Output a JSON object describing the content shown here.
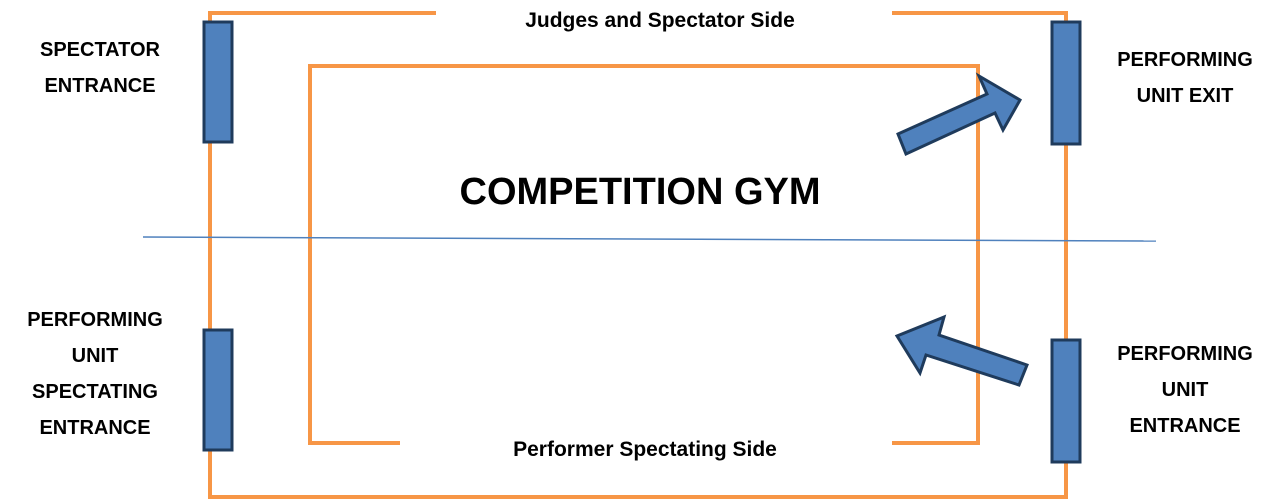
{
  "colors": {
    "outline": "#F79646",
    "door_fill": "#4F81BD",
    "door_stroke": "#1F3B5C",
    "arrow_fill": "#4F81BD",
    "arrow_stroke": "#1F3B5C",
    "divider": "#4F81BD",
    "text": "#000000"
  },
  "labels": {
    "top_side": "Judges and Spectator Side",
    "bottom_side": "Performer Spectating Side",
    "center_title": "COMPETITION GYM",
    "spectator_entrance": "SPECTATOR\nENTRANCE",
    "performing_unit_exit": "PERFORMING\nUNIT EXIT",
    "performing_unit_spectating_entrance": "PERFORMING\nUNIT\nSPECTATING\nENTRANCE",
    "performing_unit_entrance": "PERFORMING\nUNIT\nENTRANCE"
  }
}
